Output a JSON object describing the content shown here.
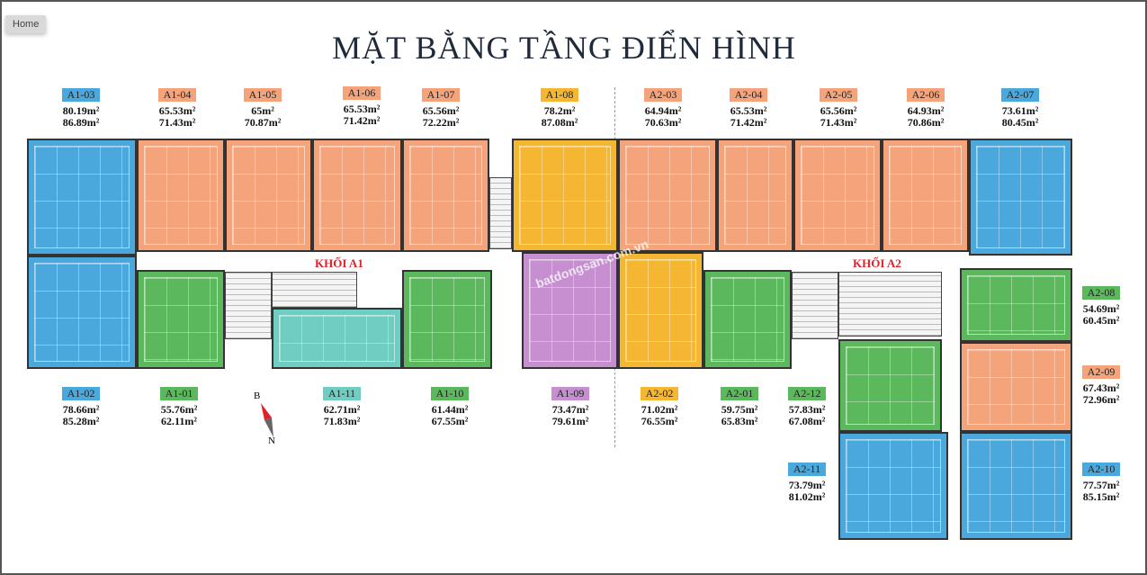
{
  "nav": {
    "home_label": "Home"
  },
  "title": "MẶT BẰNG TẦNG ĐIỂN HÌNH",
  "blocks": {
    "a1": "KHỐI A1",
    "a2": "KHỐI A2"
  },
  "compass": {
    "north": "B",
    "south": "N"
  },
  "watermark": "batdongsan.com.vn",
  "colors": {
    "blue": "#4aa8dc",
    "orange": "#f4a37a",
    "yellow": "#f5b731",
    "green": "#5cb85c",
    "teal": "#6fcdc2",
    "purple": "#c58fd0"
  },
  "units": [
    {
      "id": "A1-03",
      "color": "blue",
      "area1": "80.19m²",
      "area2": "86.89m²"
    },
    {
      "id": "A1-04",
      "color": "orange",
      "area1": "65.53m²",
      "area2": "71.43m²"
    },
    {
      "id": "A1-05",
      "color": "orange",
      "area1": "65m²",
      "area2": "70.87m²"
    },
    {
      "id": "A1-06",
      "color": "orange",
      "area1": "65.53m²",
      "area2": "71.42m²"
    },
    {
      "id": "A1-07",
      "color": "orange",
      "area1": "65.56m²",
      "area2": "72.22m²"
    },
    {
      "id": "A1-08",
      "color": "yellow",
      "area1": "78.2m²",
      "area2": "87.08m²"
    },
    {
      "id": "A2-03",
      "color": "orange",
      "area1": "64.94m²",
      "area2": "70.63m²"
    },
    {
      "id": "A2-04",
      "color": "orange",
      "area1": "65.53m²",
      "area2": "71.42m²"
    },
    {
      "id": "A2-05",
      "color": "orange",
      "area1": "65.56m²",
      "area2": "71.43m²"
    },
    {
      "id": "A2-06",
      "color": "orange",
      "area1": "64.93m²",
      "area2": "70.86m²"
    },
    {
      "id": "A2-07",
      "color": "blue",
      "area1": "73.61m²",
      "area2": "80.45m²"
    },
    {
      "id": "A1-02",
      "color": "blue",
      "area1": "78.66m²",
      "area2": "85.28m²"
    },
    {
      "id": "A1-01",
      "color": "green",
      "area1": "55.76m²",
      "area2": "62.11m²"
    },
    {
      "id": "A1-11",
      "color": "teal",
      "area1": "62.71m²",
      "area2": "71.83m²"
    },
    {
      "id": "A1-10",
      "color": "green",
      "area1": "61.44m²",
      "area2": "67.55m²"
    },
    {
      "id": "A1-09",
      "color": "purple",
      "area1": "73.47m²",
      "area2": "79.61m²"
    },
    {
      "id": "A2-02",
      "color": "yellow",
      "area1": "71.02m²",
      "area2": "76.55m²"
    },
    {
      "id": "A2-01",
      "color": "green",
      "area1": "59.75m²",
      "area2": "65.83m²"
    },
    {
      "id": "A2-12",
      "color": "green",
      "area1": "57.83m²",
      "area2": "67.08m²"
    },
    {
      "id": "A2-11",
      "color": "blue",
      "area1": "73.79m²",
      "area2": "81.02m²"
    },
    {
      "id": "A2-08",
      "color": "green",
      "area1": "54.69m²",
      "area2": "60.45m²"
    },
    {
      "id": "A2-09",
      "color": "orange",
      "area1": "67.43m²",
      "area2": "72.96m²"
    },
    {
      "id": "A2-10",
      "color": "blue",
      "area1": "77.57m²",
      "area2": "85.15m²"
    }
  ]
}
